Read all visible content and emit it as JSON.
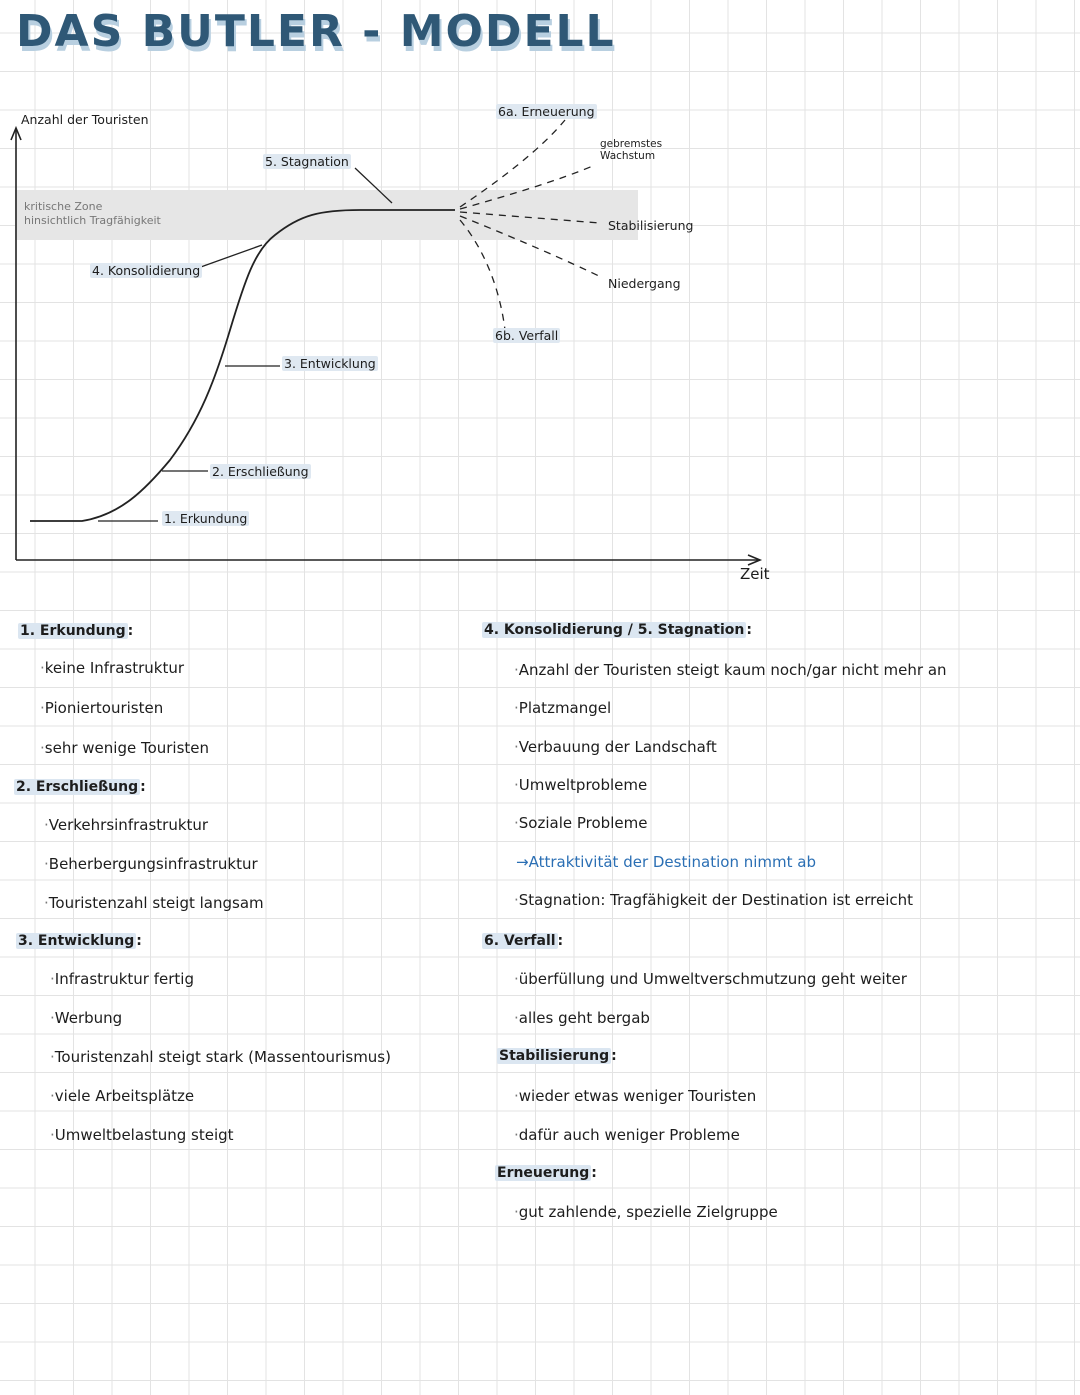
{
  "title": "DAS BUTLER - MODELL",
  "diagram": {
    "y_axis_label": "Anzahl der Touristen",
    "x_axis_label": "Zeit",
    "zone_label_1": "kritische Zone",
    "zone_label_2": "hinsichtlich Tragfähigkeit",
    "stages": {
      "erkundung": "1. Erkundung",
      "erschliessung": "2. Erschließung",
      "entwicklung": "3. Entwicklung",
      "konsolidierung": "4. Konsolidierung",
      "stagnation": "5. Stagnation",
      "erneuerung": "6a. Erneuerung",
      "verfall": "6b. Verfall"
    },
    "branches": {
      "gebremstes_1": "gebremstes",
      "gebremstes_2": "Wachstum",
      "stabilisierung": "Stabilisierung",
      "niedergang": "Niedergang"
    }
  },
  "notes": {
    "left": [
      {
        "heading": "1. Erkundung",
        "items": [
          "keine Infrastruktur",
          "Pioniertouristen",
          "sehr wenige Touristen"
        ]
      },
      {
        "heading": "2. Erschließung",
        "items": [
          "Verkehrsinfrastruktur",
          "Beherbergungsinfrastruktur",
          "Touristenzahl steigt langsam"
        ]
      },
      {
        "heading": "3. Entwicklung",
        "items": [
          "Infrastruktur fertig",
          "Werbung",
          "Touristenzahl steigt stark (Massentourismus)",
          "viele Arbeitsplätze",
          "Umweltbelastung steigt"
        ]
      }
    ],
    "right": {
      "konsolidierung_heading": "4. Konsolidierung / 5. Stagnation",
      "konsolidierung_items": [
        "Anzahl der Touristen steigt kaum noch/gar nicht mehr an",
        "Platzmangel",
        "Verbauung der Landschaft",
        "Umweltprobleme",
        "Soziale Probleme"
      ],
      "konsolidierung_conclusion": "Attraktivität der Destination nimmt ab",
      "stagnation_item": "Stagnation: Tragfähigkeit der Destination ist erreicht",
      "verfall_heading": "6. Verfall",
      "verfall_items": [
        "überfüllung und Umweltverschmutzung geht weiter",
        "alles geht bergab"
      ],
      "stabilisierung_heading": "Stabilisierung",
      "stabilisierung_items": [
        "wieder etwas weniger Touristen",
        "dafür auch weniger Probleme"
      ],
      "erneuerung_heading": "Erneuerung",
      "erneuerung_items": [
        "gut zahlende, spezielle Zielgruppe"
      ]
    }
  }
}
